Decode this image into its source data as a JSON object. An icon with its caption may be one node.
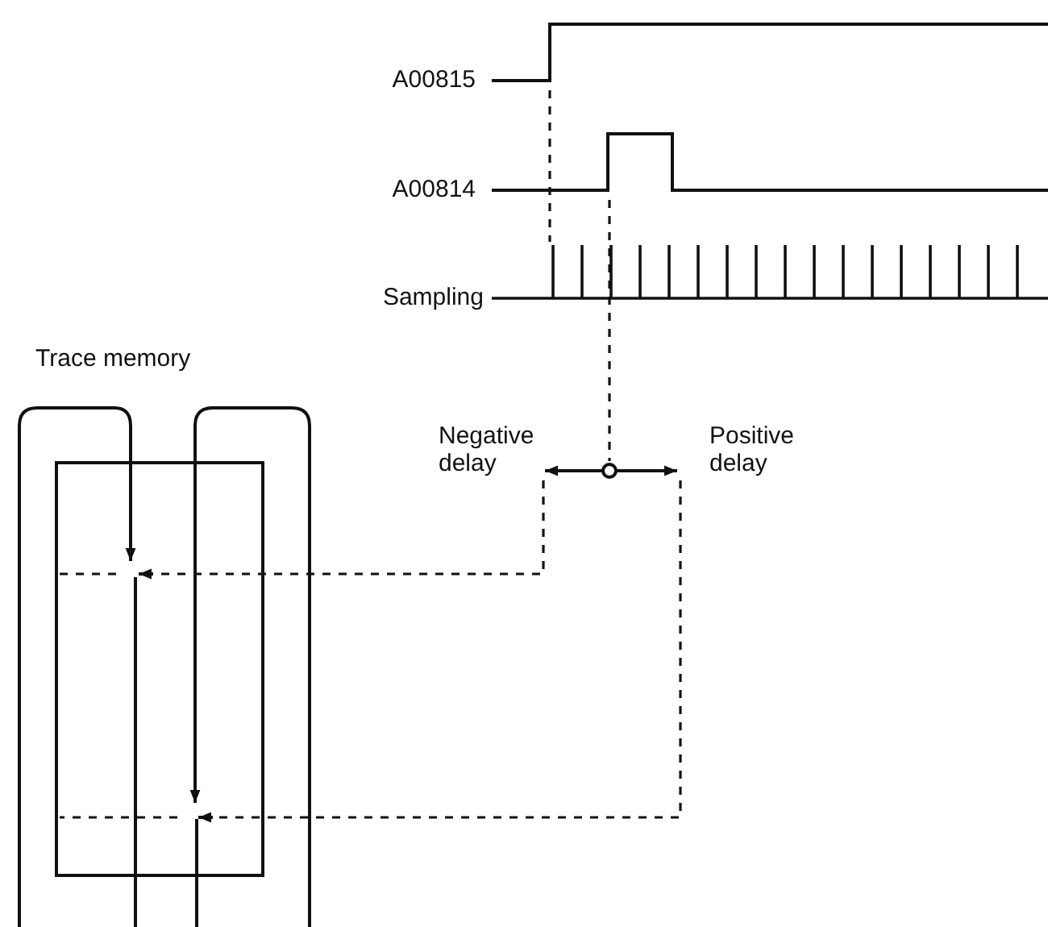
{
  "diagram": {
    "labels": [
      "A00815",
      "A00814",
      "Sampling",
      "Trace memory",
      "Negative delay",
      "Positive delay"
    ]
  }
}
